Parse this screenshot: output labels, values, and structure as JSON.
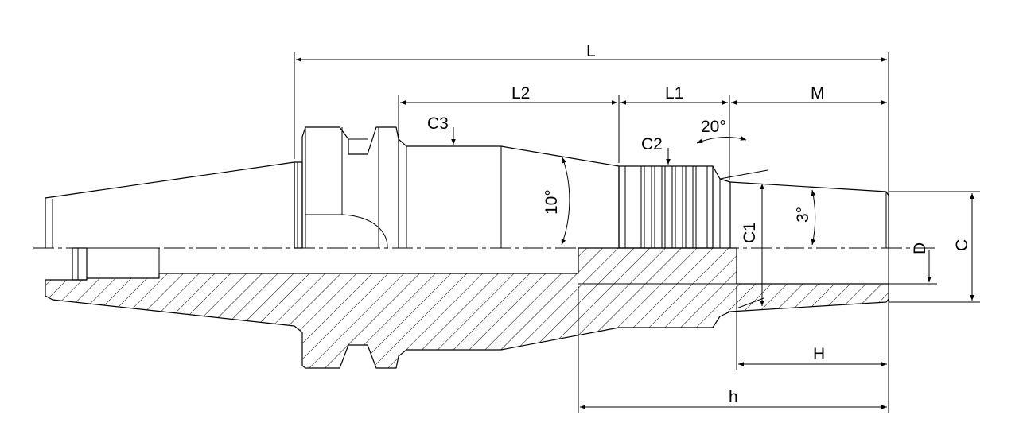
{
  "labels": {
    "L": "L",
    "L2": "L2",
    "L1": "L1",
    "M": "M",
    "C3": "C3",
    "C2": "C2",
    "angle20": "20°",
    "angle10": "10°",
    "angle3": "3°",
    "C1": "C1",
    "D": "D",
    "C": "C",
    "H": "H",
    "h": "h"
  }
}
